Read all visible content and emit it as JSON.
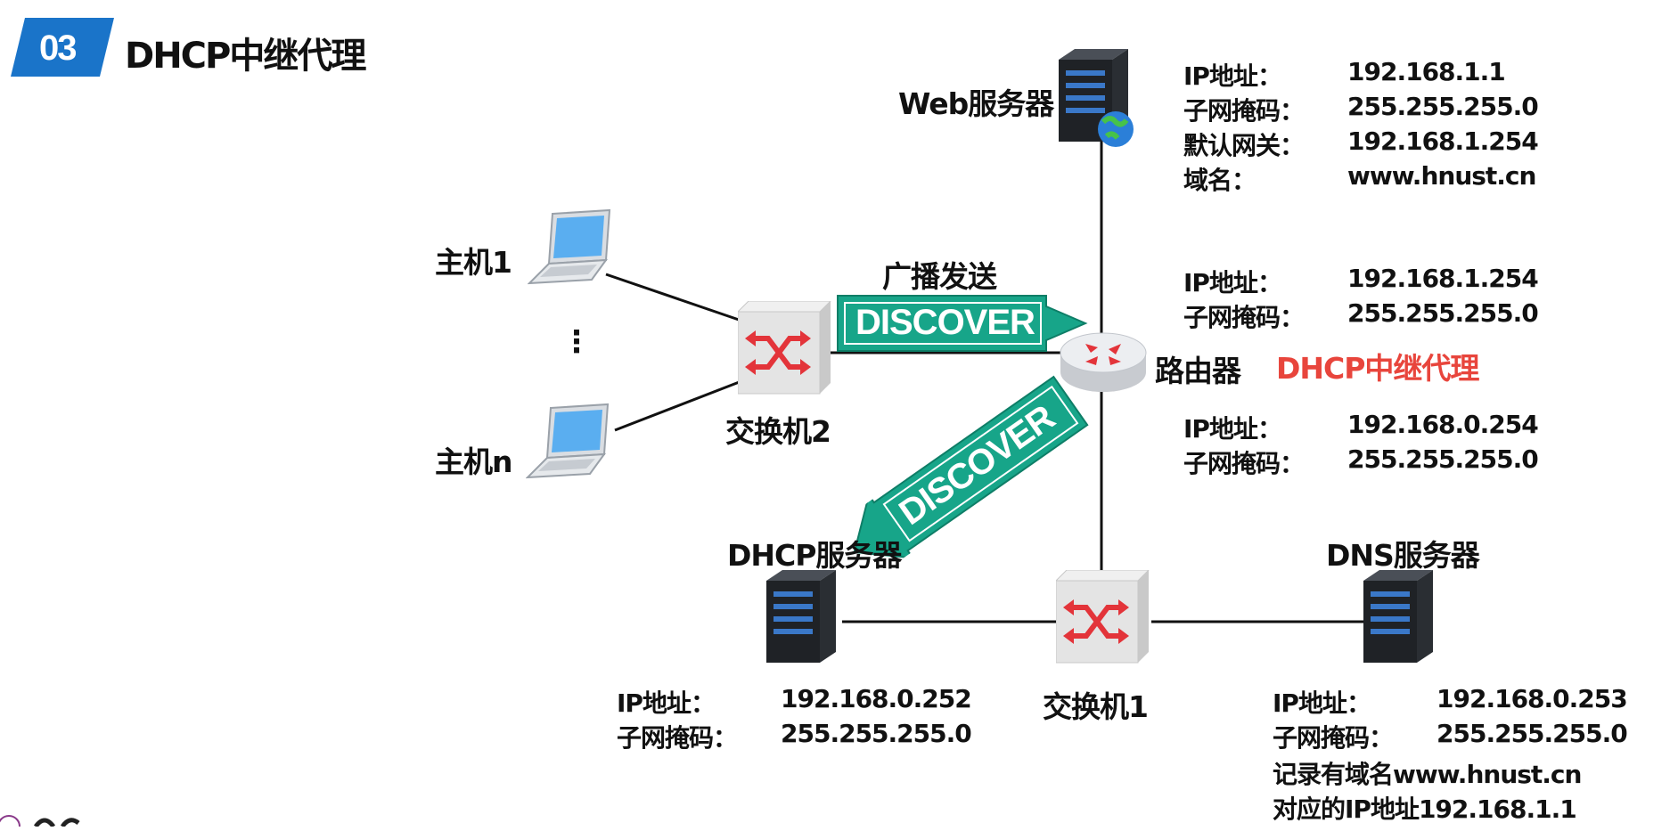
{
  "header": {
    "badge": "03",
    "title": "DHCP中继代理"
  },
  "nodes": {
    "web_server": "Web服务器",
    "host1": "主机1",
    "hostn": "主机n",
    "ellipsis": "⋮",
    "switch2": "交换机2",
    "router": "路由器",
    "router_role": "DHCP中继代理",
    "dhcp_server": "DHCP服务器",
    "switch1": "交换机1",
    "dns_server": "DNS服务器"
  },
  "arrows": {
    "broadcast_label": "广播发送",
    "discover_right": "DISCOVER",
    "discover_down": "DISCOVER"
  },
  "info": {
    "web": [
      {
        "k": "IP地址：",
        "v": "192.168.1.1"
      },
      {
        "k": "子网掩码：",
        "v": "255.255.255.0"
      },
      {
        "k": "默认网关：",
        "v": "192.168.1.254"
      },
      {
        "k": "域名：",
        "v": "www.hnust.cn"
      }
    ],
    "router_top": [
      {
        "k": "IP地址：",
        "v": "192.168.1.254"
      },
      {
        "k": "子网掩码：",
        "v": "255.255.255.0"
      }
    ],
    "router_bottom": [
      {
        "k": "IP地址：",
        "v": "192.168.0.254"
      },
      {
        "k": "子网掩码：",
        "v": "255.255.255.0"
      }
    ],
    "dhcp": [
      {
        "k": "IP地址：",
        "v": "192.168.0.252"
      },
      {
        "k": "子网掩码：",
        "v": "255.255.255.0"
      }
    ],
    "dns": [
      {
        "k": "IP地址：",
        "v": "192.168.0.253"
      },
      {
        "k": "子网掩码：",
        "v": "255.255.255.0"
      }
    ],
    "dns_note": [
      "记录有域名www.hnust.cn",
      "对应的IP地址192.168.1.1"
    ]
  },
  "colors": {
    "badge": "#1a74c9",
    "arrow": "#17a589",
    "arrow_border": "#0e7e67",
    "router_role": "#e8453c",
    "line": "#111111"
  }
}
